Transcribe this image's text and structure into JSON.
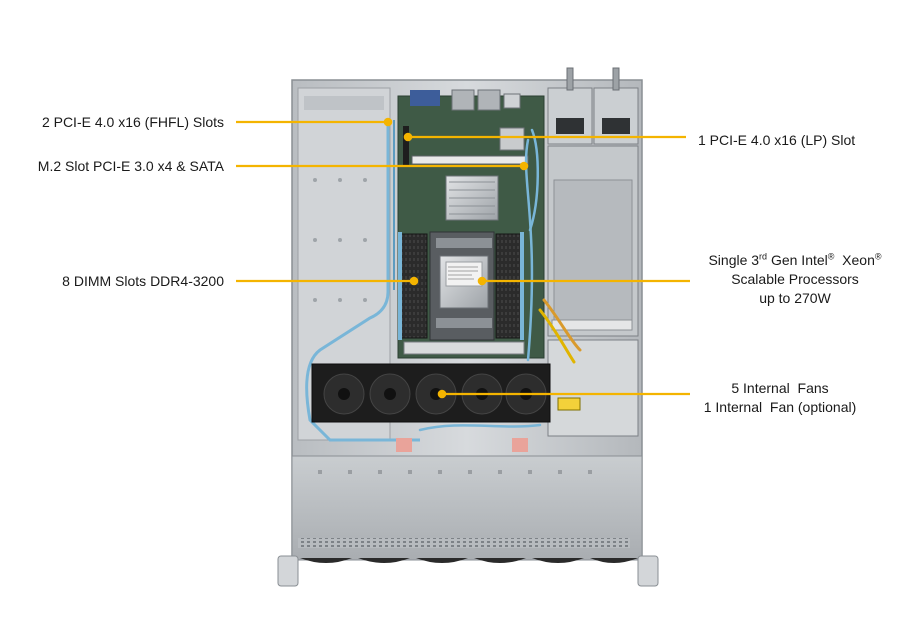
{
  "colors": {
    "callout_line": "#f4b400",
    "chassis": "#c8ccd0",
    "chassis_dark": "#8e9398",
    "board": "#3f5a46",
    "fan": "#1d1d1d",
    "cable_blue": "#79b6d8",
    "text": "#1a1a1a"
  },
  "callouts": {
    "pcie_fhfl": "2 PCI-E 4.0 x16 (FHFL) Slots",
    "m2_slot": "M.2 Slot PCI-E 3.0 x4 & SATA",
    "dimm": "8 DIMM Slots DDR4-3200",
    "pcie_lp": "1 PCI-E 4.0 x16 (LP) Slot",
    "cpu_line1_a": "Single 3",
    "cpu_line1_sup1": "rd",
    "cpu_line1_b": " Gen Intel",
    "cpu_line1_sup2": "®",
    "cpu_line1_c": "  Xeon",
    "cpu_line1_sup3": "®",
    "cpu_line2": "Scalable Processors",
    "cpu_line3": "up to 270W",
    "fans_line1": "5 Internal  Fans",
    "fans_line2": "1 Internal  Fan (optional)"
  },
  "icons": [
    "server-chassis-photo",
    "cpu-heatsink",
    "fan-array",
    "power-supply"
  ]
}
